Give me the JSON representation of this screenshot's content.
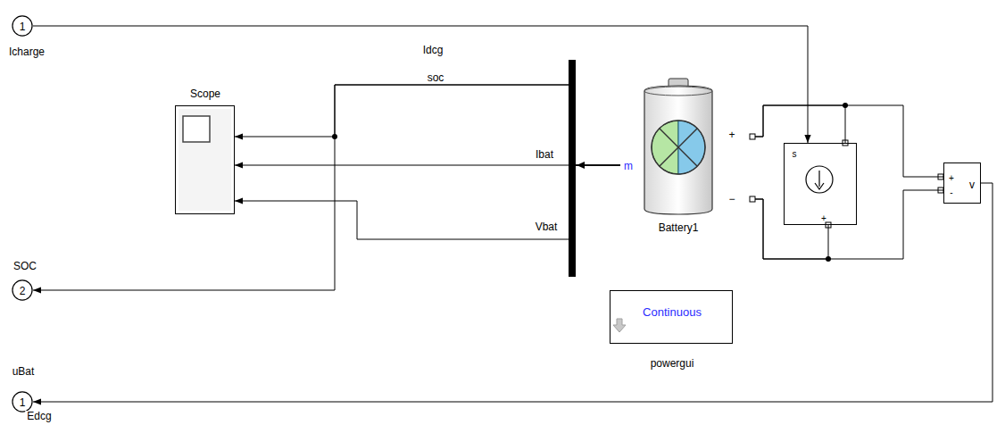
{
  "diagram": {
    "nodes": [
      {
        "text": [
          "1",
          "Icharge"
        ]
      },
      {
        "text": [
          "Scope"
        ]
      },
      {
        "text": [
          "Battery1"
        ]
      },
      {
        "text": [
          "s",
          "+"
        ]
      },
      {
        "text": [
          "+",
          "-",
          "v"
        ]
      },
      {
        "text": [
          "2",
          "SOC"
        ]
      },
      {
        "text": [
          "Continuous",
          "powergui"
        ]
      },
      {
        "text": [
          "1",
          "uBat"
        ]
      }
    ],
    "edges": [
      {
        "from": 0,
        "to": 3,
        "arrow": "to",
        "label": "Idcg"
      },
      {
        "from": 2,
        "to": 1,
        "arrow": "to",
        "label": "soc"
      },
      {
        "from": 2,
        "to": 1,
        "arrow": "to",
        "label": "Ibat"
      },
      {
        "from": 2,
        "to": 1,
        "arrow": "to",
        "label": "Vbat"
      },
      {
        "from": 2,
        "to": 5,
        "arrow": "to"
      },
      {
        "from": 2,
        "to": 3,
        "arrow": "none"
      },
      {
        "from": 2,
        "to": 4,
        "arrow": "none"
      },
      {
        "from": 2,
        "to": 3,
        "arrow": "none"
      },
      {
        "from": 2,
        "to": 4,
        "arrow": "none"
      },
      {
        "from": 4,
        "to": 7,
        "arrow": "to",
        "label": "Edcg"
      }
    ],
    "labels": [
      "m",
      "+",
      "−"
    ]
  }
}
